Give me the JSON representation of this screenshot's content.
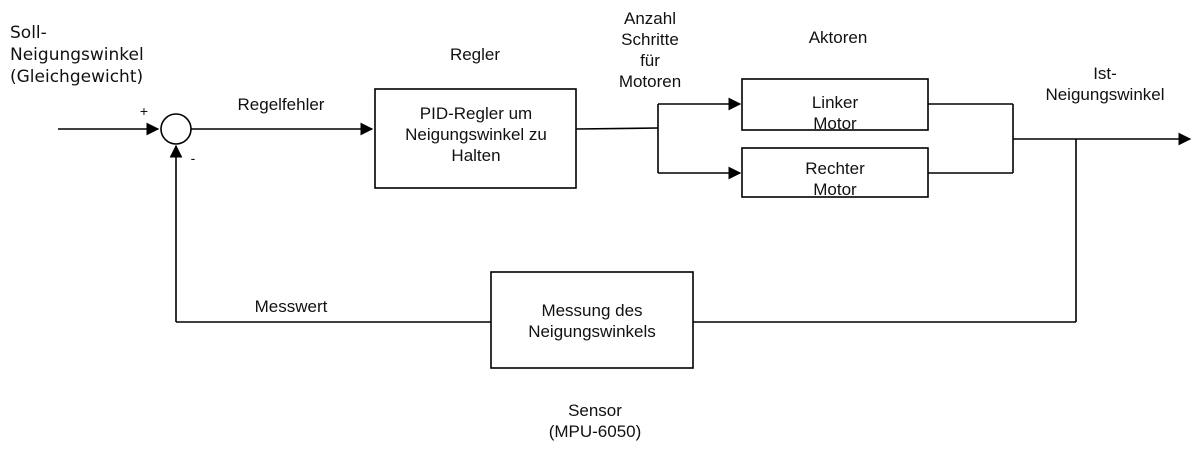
{
  "diagram": {
    "input_label": "Soll-\nNeigungswinkel\n(Gleichgewicht)",
    "plus_sign": "+",
    "minus_sign": "-",
    "error_label": "Regelfehler",
    "controller_title": "Regler",
    "controller_block": "PID-Regler um\nNeigungswinkel zu\nHalten",
    "steps_label": "Anzahl\nSchritte\nfür\nMotoren",
    "actuators_title": "Aktoren",
    "left_motor": "Linker\nMotor",
    "right_motor": "Rechter\nMotor",
    "output_label": "Ist-\nNeigungswinkel",
    "feedback_label": "Messwert",
    "sensor_block": "Messung des\nNeigungswinkels",
    "sensor_title": "Sensor\n(MPU-6050)"
  },
  "colors": {
    "line": "#000000",
    "text": "#111111"
  }
}
